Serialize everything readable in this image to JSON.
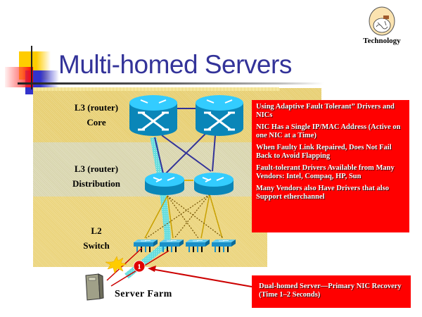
{
  "slide": {
    "title": "Multi-homed Servers",
    "logo_caption": "Technology"
  },
  "layers": [
    {
      "id": "core",
      "line1": "L3 (router)",
      "line2": "Core"
    },
    {
      "id": "distribution",
      "line1": "L3 (router)",
      "line2": "Distribution"
    },
    {
      "id": "access",
      "line1": "L2",
      "line2": "Switch"
    }
  ],
  "callouts": {
    "main": [
      "Using Adaptive Fault Tolerant” Drivers and NICs",
      "NIC Has a Single IP/MAC Address (Active on one NIC at a Time)",
      "When Faulty Link Repaired, Does Not Fail Back to Avoid Flapping",
      "Fault-tolerant Drivers Available from Many Vendors: Intel, Compaq, HP, Sun",
      "Many Vendors also Have Drivers that also Support etherchannel"
    ],
    "bottom": "Dual-homed Server—Primary NIC Recovery (Time 1–2 Seconds)"
  },
  "diagram": {
    "core_routers": 2,
    "distribution_routers": 2,
    "access_switches": 4,
    "failure_marker": "1",
    "server_label": "Server Farm"
  },
  "colors": {
    "title": "#333399",
    "callout_bg": "#ff0000",
    "router_blue": "#0a86b8",
    "router_top": "#33ccff",
    "link_blue": "#333399",
    "link_gold": "#c8a000",
    "primary_path": "#66cccc",
    "failed_link": "#cc0000"
  }
}
